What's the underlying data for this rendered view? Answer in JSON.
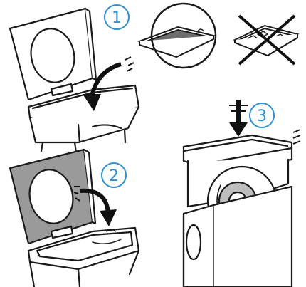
{
  "steps": [
    {
      "number": "1"
    },
    {
      "number": "2"
    },
    {
      "number": "3"
    }
  ],
  "colors": {
    "accent": "#2e8fd0",
    "outline": "#1a1a1a",
    "lid_gray": "#9a9a9a",
    "film_gray": "#6e6e6e",
    "arrow": "#111111"
  },
  "icons": [
    "correct-film-callout-icon",
    "incorrect-film-crossed-icon",
    "curved-arrow-icon",
    "down-arrow-icon"
  ]
}
